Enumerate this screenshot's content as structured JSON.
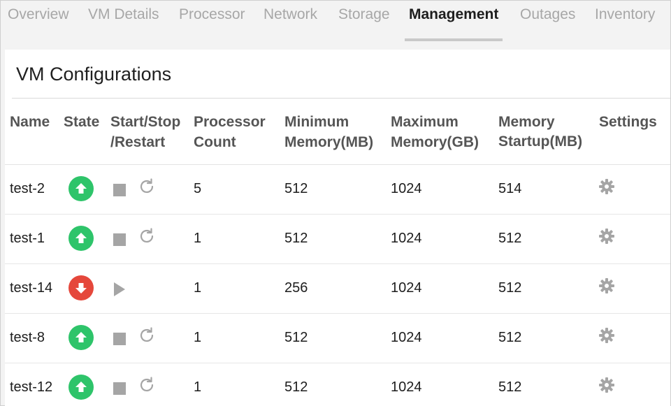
{
  "tabs": [
    {
      "label": "Overview"
    },
    {
      "label": "VM Details"
    },
    {
      "label": "Processor"
    },
    {
      "label": "Network"
    },
    {
      "label": "Storage"
    },
    {
      "label": "Management",
      "active": true
    },
    {
      "label": "Outages"
    },
    {
      "label": "Inventory"
    }
  ],
  "panel": {
    "title": "VM Configurations"
  },
  "table": {
    "headers": {
      "name": "Name",
      "state": "State",
      "control_line1": "Start/Stop",
      "control_line2": "/Restart",
      "processor_line1": "Processor",
      "processor_line2": "Count",
      "min_mem_line1": "Minimum",
      "min_mem_line2": "Memory(MB)",
      "max_mem_line1": "Maximum",
      "max_mem_line2": "Memory(GB)",
      "startup_line1": "Memory",
      "startup_line2": "Startup(MB)",
      "settings": "Settings"
    },
    "rows": [
      {
        "name": "test-2",
        "state": "up",
        "processor_count": "5",
        "min_memory": "512",
        "max_memory": "1024",
        "startup_memory": "514"
      },
      {
        "name": "test-1",
        "state": "up",
        "processor_count": "1",
        "min_memory": "512",
        "max_memory": "1024",
        "startup_memory": "512"
      },
      {
        "name": "test-14",
        "state": "down",
        "processor_count": "1",
        "min_memory": "256",
        "max_memory": "1024",
        "startup_memory": "512"
      },
      {
        "name": "test-8",
        "state": "up",
        "processor_count": "1",
        "min_memory": "512",
        "max_memory": "1024",
        "startup_memory": "512"
      },
      {
        "name": "test-12",
        "state": "up",
        "processor_count": "1",
        "min_memory": "512",
        "max_memory": "1024",
        "startup_memory": "512"
      }
    ]
  },
  "colors": {
    "state_up": "#2ec46a",
    "state_down": "#e5473b",
    "icon_gray": "#a5a5a5",
    "tab_inactive": "#a7a7a7",
    "tab_active": "#1e1e1e"
  },
  "icons": {
    "state_up": "arrow-up-icon",
    "state_down": "arrow-down-icon",
    "stop": "stop-icon",
    "start": "play-icon",
    "restart": "restart-icon",
    "settings": "gear-icon"
  }
}
